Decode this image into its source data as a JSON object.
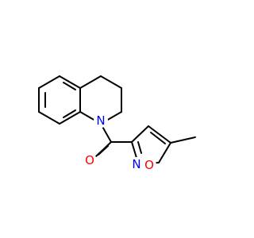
{
  "structure": {
    "atoms": [
      {
        "id": "N1",
        "label": "N",
        "color": "#0000ff"
      },
      {
        "id": "O1",
        "label": "O",
        "color": "#ff0000"
      },
      {
        "id": "N2",
        "label": "N",
        "color": "#0000ff"
      },
      {
        "id": "O2",
        "label": "O",
        "color": "#ff0000"
      }
    ],
    "bond_color": "#000000"
  }
}
